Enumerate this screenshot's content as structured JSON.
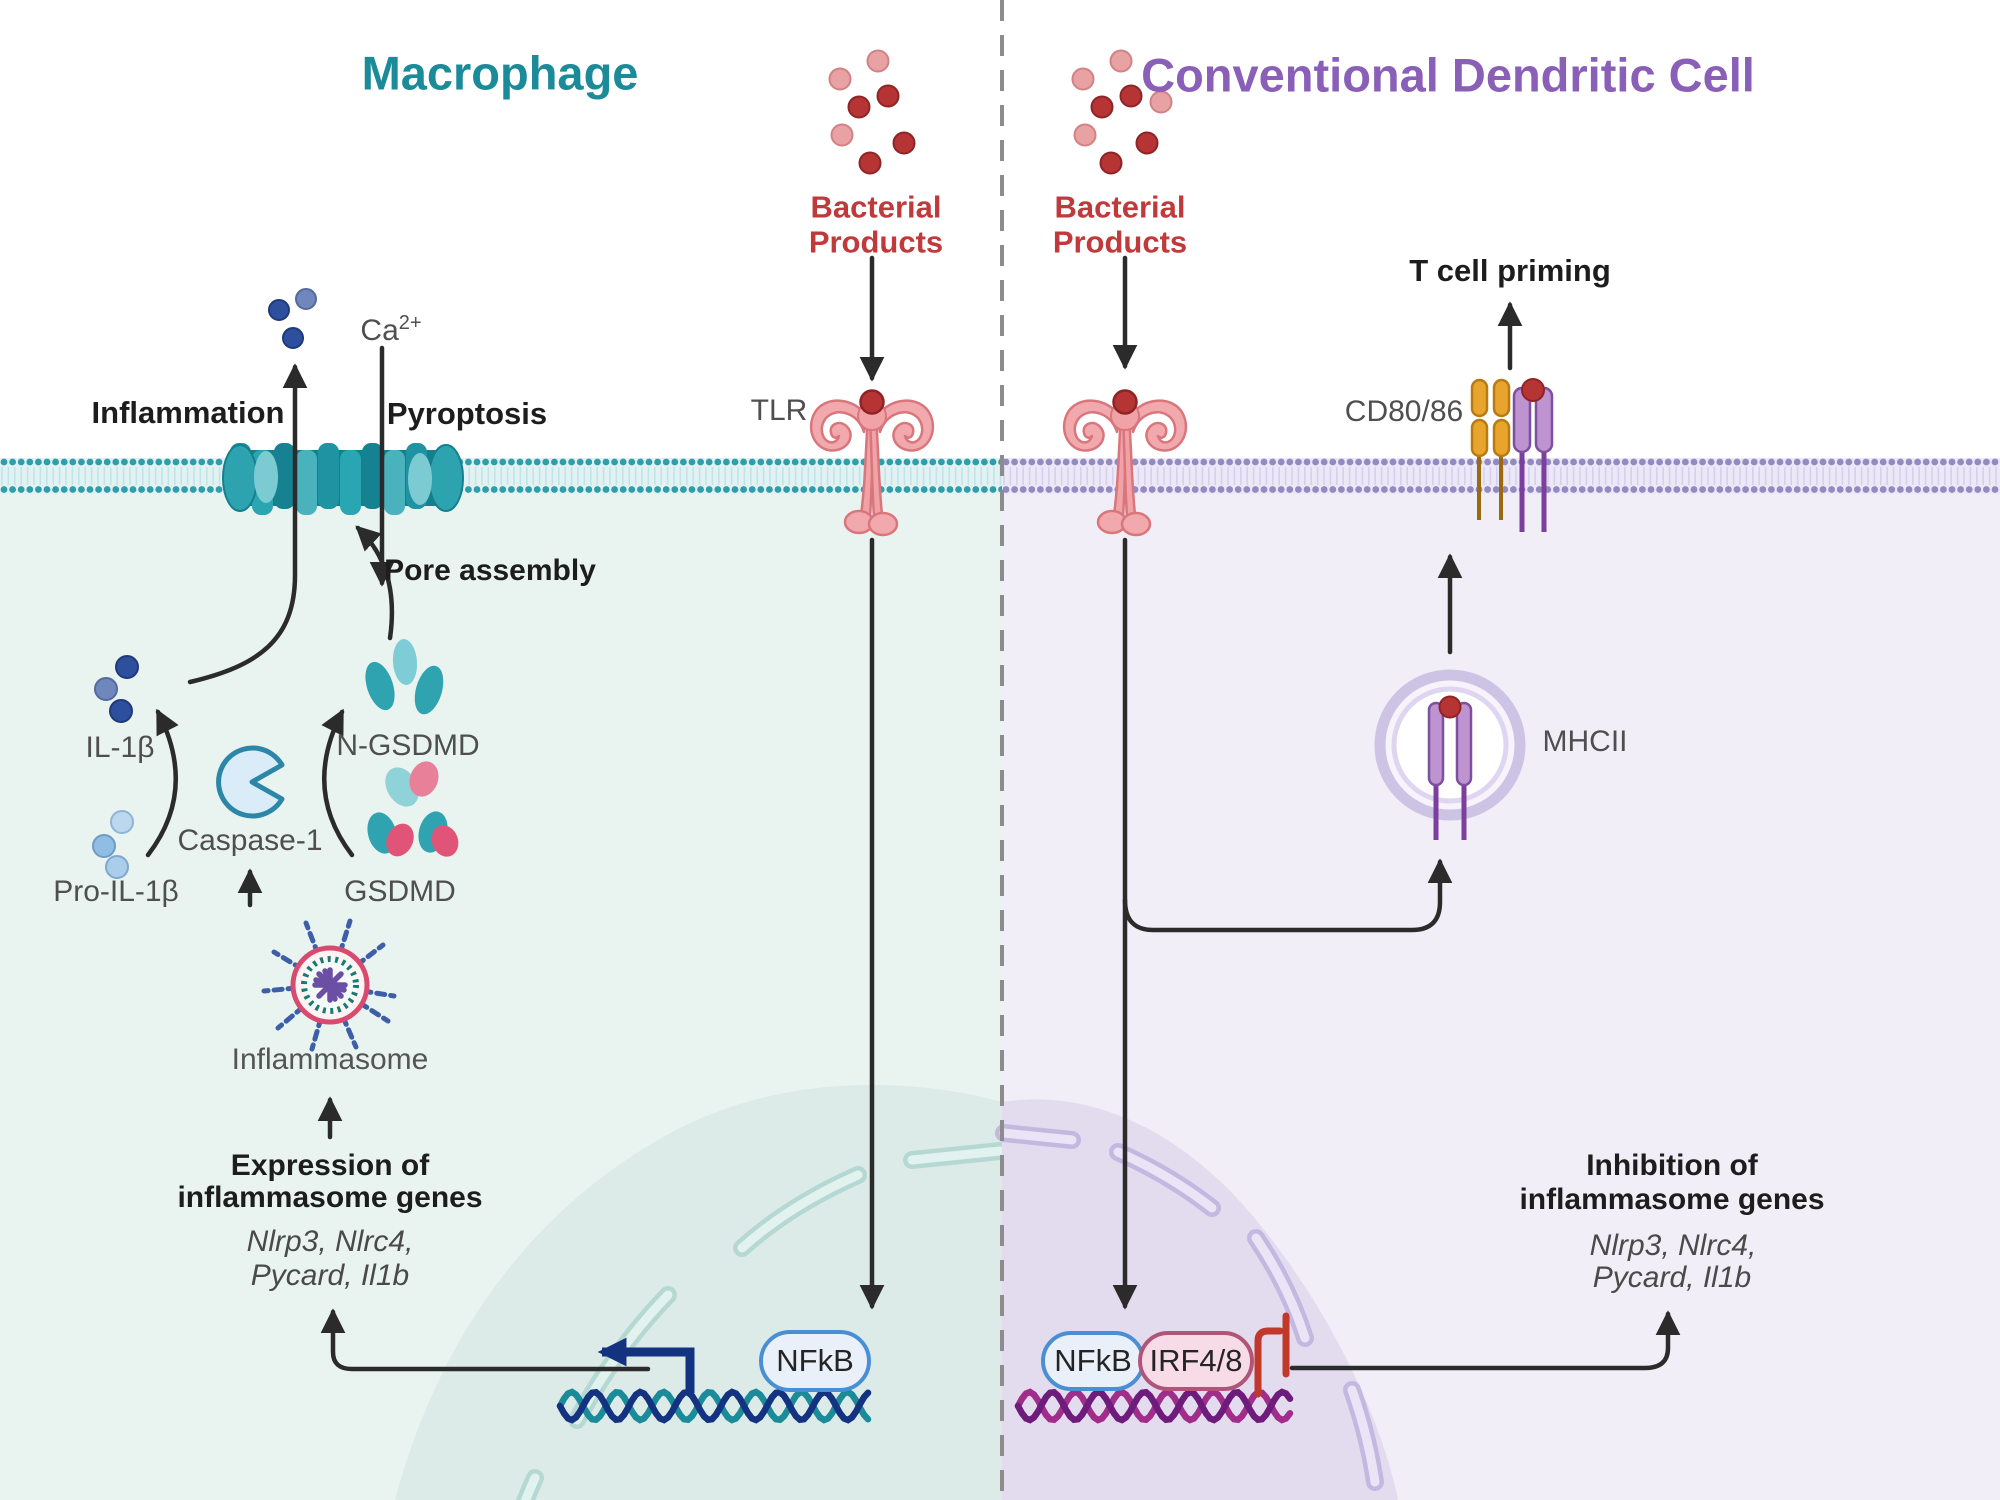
{
  "titles": {
    "left": "Macrophage",
    "right": "Conventional Dendritic Cell"
  },
  "palette": {
    "teal_title": "#1b8a99",
    "purple_title": "#8a5fb8",
    "bacteria_red": "#c0393b",
    "membrane_teal": "#2e9eab",
    "membrane_purple": "#938ac1",
    "nfkb_border_blue": "#4a8fd4",
    "irf_border_pink": "#b05578",
    "inhibition_red": "#c0392b",
    "transcription_navy": "#13327f"
  },
  "left_cell": {
    "bacterial_products": [
      "Bacterial",
      "Products"
    ],
    "receptor": "TLR",
    "inflammation": "Inflammation",
    "pyroptosis": "Pyroptosis",
    "calcium_base": "Ca",
    "calcium_sup": "2+",
    "pore_assembly": "Pore assembly",
    "il1b": "IL-1β",
    "pro_il1b": "Pro-IL-1β",
    "caspase1": "Caspase-1",
    "n_gsdmd": "N-GSDMD",
    "gsdmd": "GSDMD",
    "inflammasome": "Inflammasome",
    "expression_line1": "Expression of",
    "expression_line2": "inflammasome genes",
    "genes_line1": "Nlrp3, Nlrc4,",
    "genes_line2": "Pycard, Il1b",
    "tf_nfkb": "NFkB"
  },
  "right_cell": {
    "bacterial_products": [
      "Bacterial",
      "Products"
    ],
    "t_cell_priming": "T cell priming",
    "cd80_86": "CD80/86",
    "mhcii": "MHCII",
    "inhibition_line1": "Inhibition of",
    "inhibition_line2": "inflammasome genes",
    "genes_line1": "Nlrp3, Nlrc4,",
    "genes_line2": "Pycard, Il1b",
    "tf_nfkb": "NFkB",
    "tf_irf": "IRF4/8"
  }
}
